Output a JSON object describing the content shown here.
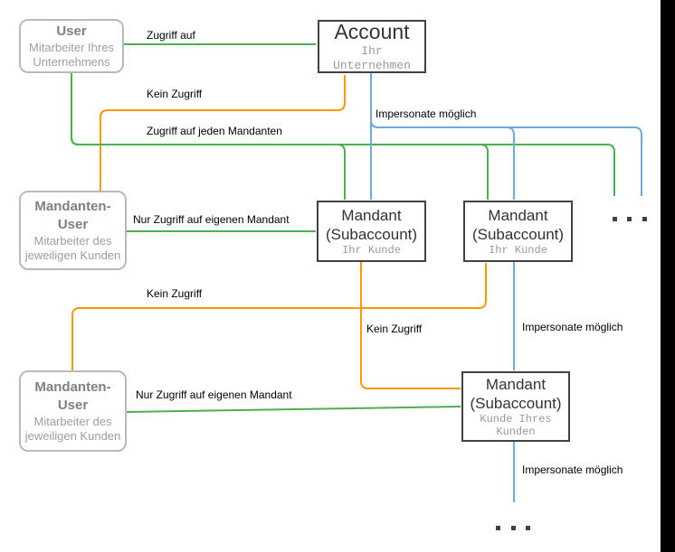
{
  "colors": {
    "green_access": "#4caf50",
    "orange_no_access": "#ff9800",
    "blue_impersonate": "#6fa8dc",
    "box_border_dark": "#424242",
    "box_border_light": "#bababa",
    "title_gray": "#808080",
    "subtitle_gray": "#9e9e9e",
    "mono_gray": "#999999",
    "edge_dot_gray": "#424242"
  },
  "nodes": {
    "user": {
      "title_lines": [
        "User"
      ],
      "subtitle_lines": [
        "Mitarbeiter Ihres",
        "Unternehmens"
      ]
    },
    "account": {
      "title_lines": [
        "Account"
      ],
      "subtitle_lines": [
        "Ihr Unternehmen"
      ]
    },
    "mandanten_user_top": {
      "title_lines": [
        "Mandanten-",
        "User"
      ],
      "subtitle_lines": [
        "Mitarbeiter des",
        "jeweiligen Kunden"
      ]
    },
    "mandant_left": {
      "title_lines": [
        "Mandant",
        "(Subaccount)"
      ],
      "subtitle_lines": [
        "Ihr Kunde"
      ]
    },
    "mandant_right": {
      "title_lines": [
        "Mandant",
        "(Subaccount)"
      ],
      "subtitle_lines": [
        "Ihr Kunde"
      ]
    },
    "mandanten_user_bottom": {
      "title_lines": [
        "Mandanten-",
        "User"
      ],
      "subtitle_lines": [
        "Mitarbeiter des",
        "jeweiligen Kunden"
      ]
    },
    "mandant_sub": {
      "title_lines": [
        "Mandant",
        "(Subaccount)"
      ],
      "subtitle_lines": [
        "Kunde Ihres",
        "Kunden"
      ]
    }
  },
  "edge_labels": {
    "zugriff_auf": "Zugriff auf",
    "kein_zugriff_account": "Kein Zugriff",
    "zugriff_jeden_mandanten": "Zugriff auf jeden Mandanten",
    "impersonate_top": "Impersonate möglich",
    "nur_zugriff_top": "Nur Zugriff auf eigenen Mandant",
    "kein_zugriff_mandant2": "Kein Zugriff",
    "kein_zugriff_mandant3": "Kein Zugriff",
    "impersonate_mid": "Impersonate möglich",
    "nur_zugriff_bottom": "Nur Zugriff auf eigenen Mandant",
    "impersonate_bottom": "Impersonate möglich"
  },
  "ellipsis": {
    "right": "...",
    "bottom": "..."
  }
}
